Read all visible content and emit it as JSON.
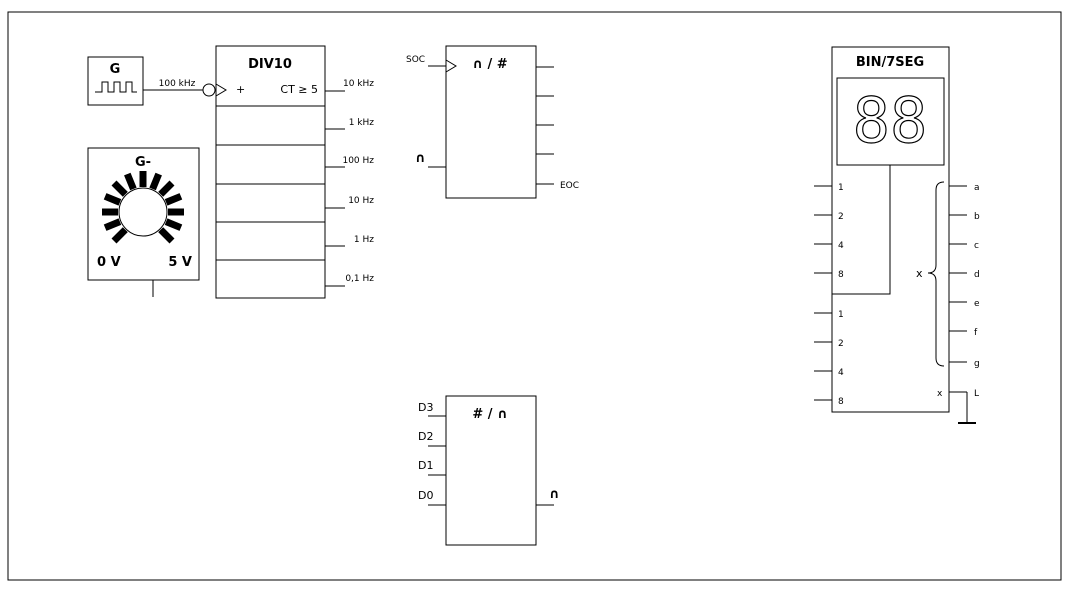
{
  "generator": {
    "title": "G"
  },
  "potentiometer": {
    "title": "G-",
    "min_label": "0 V",
    "max_label": "5 V"
  },
  "divider": {
    "title": "DIV10",
    "input_label": "100 kHz",
    "clock_input": "+",
    "counter_label": "CT ≥ 5",
    "outputs": [
      "10 kHz",
      "1 kHz",
      "100 Hz",
      "10 Hz",
      "1 Hz",
      "0,1 Hz"
    ]
  },
  "adc": {
    "title": "∩ / #",
    "start_input": "SOC",
    "analog_input": "∩",
    "end_output": "EOC"
  },
  "dac": {
    "title": "# / ∩",
    "inputs": [
      "D3",
      "D2",
      "D1",
      "D0"
    ],
    "output": "∩"
  },
  "decoder": {
    "title": "BIN/7SEG",
    "display_digits": "88",
    "upper_inputs": [
      "1",
      "2",
      "4",
      "8"
    ],
    "lower_inputs": [
      "1",
      "2",
      "4",
      "8"
    ],
    "segment_outputs": [
      "a",
      "b",
      "c",
      "d",
      "e",
      "f",
      "g"
    ],
    "group_label": "x",
    "gate_label": "x",
    "enable_output": "L"
  }
}
